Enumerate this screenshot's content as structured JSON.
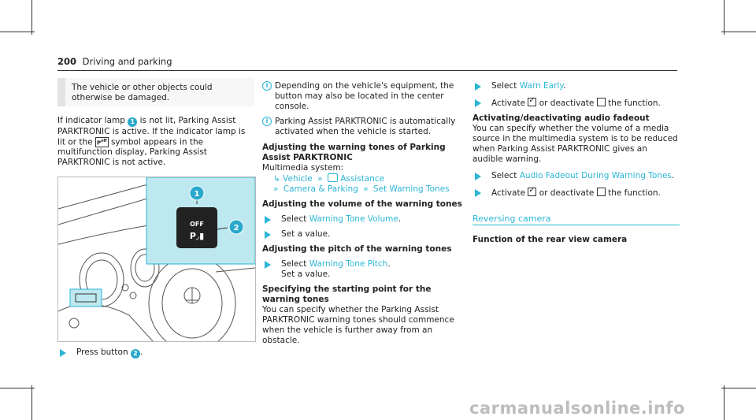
{
  "header": {
    "page_number": "200",
    "section": "Driving and parking"
  },
  "col1": {
    "warning_text": "The vehicle or other objects could otherwise be damaged.",
    "para_a": "If indicator lamp",
    "badge1": "1",
    "para_b": "is not lit, Parking Assist PARKTRONIC is active. If the indicator lamp is lit or the",
    "para_c": "symbol appears in the multifunction display, Parking Assist PARKTRONIC is not active.",
    "figure_button_label": "OFF",
    "figure_callout1": "1",
    "figure_callout2": "2",
    "press_a": "Press button",
    "badge2": "2",
    "press_b": "."
  },
  "col2": {
    "note1": "Depending on the vehicle's equipment, the button may also be located in the center console.",
    "note2": "Parking Assist PARKTRONIC is automatically activated when the vehicle is started.",
    "h_adjust_tones": "Adjusting the warning tones of Parking Assist PARKTRONIC",
    "multimedia": "Multimedia system:",
    "path_vehicle": "Vehicle",
    "path_assistance": "Assistance",
    "path_camera": "Camera & Parking",
    "path_set_tones": "Set Warning Tones",
    "h_volume": "Adjusting the volume of the warning tones",
    "select": "Select",
    "warning_tone_volume": "Warning Tone Volume",
    "set_value": "Set a value.",
    "h_pitch": "Adjusting the pitch of the warning tones",
    "warning_tone_pitch": "Warning Tone Pitch",
    "h_start": "Specifying the starting point for the warning tones",
    "start_text": "You can specify whether the Parking Assist PARKTRONIC warning tones should commence when the vehicle is further away from an obstacle."
  },
  "col3": {
    "select": "Select",
    "warn_early": "Warn Early",
    "activate": "Activate",
    "or_deactivate": "or deactivate",
    "the_function": "the function.",
    "h_fadeout": "Activating/deactivating audio fadeout",
    "fadeout_text": "You can specify whether the volume of a media source in the multimedia system is to be reduced when Parking Assist PARKTRONIC gives an audible warning.",
    "audio_fadeout": "Audio Fadeout During Warning Tones",
    "section_title": "Reversing camera",
    "h_function": "Function of the rear view camera"
  },
  "watermark": "carmanualsonline.info",
  "colors": {
    "accent": "#2bb6d6",
    "badge": "#29a8cc",
    "figure_panel": "#bde8ef"
  }
}
